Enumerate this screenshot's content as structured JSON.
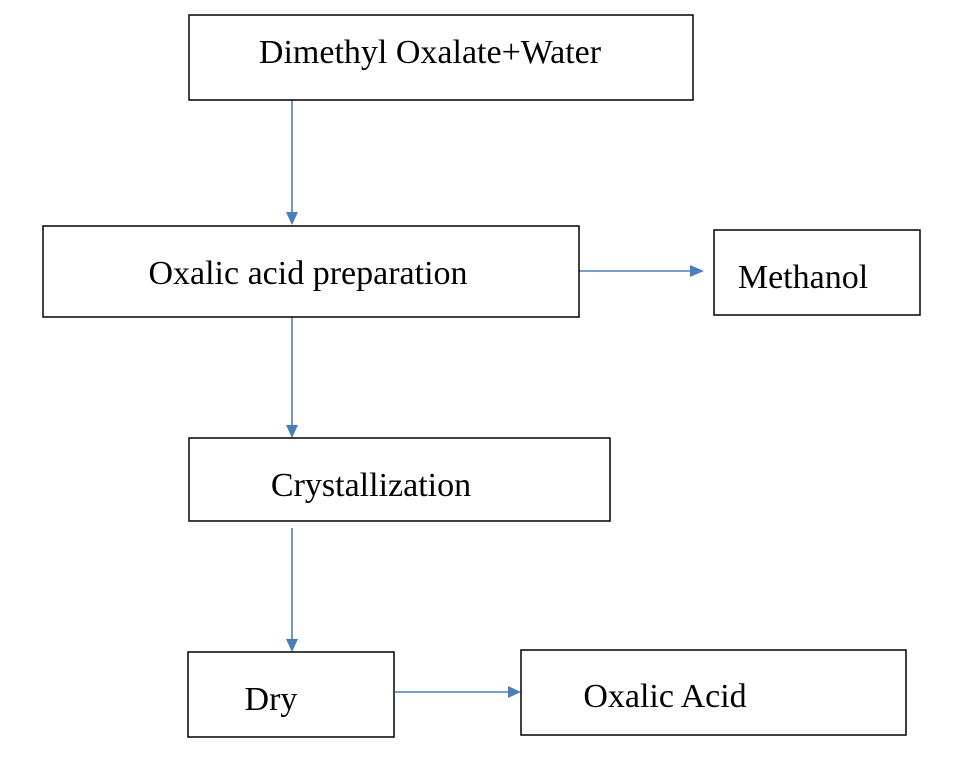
{
  "diagram": {
    "type": "flowchart",
    "colors": {
      "box_border": "#000000",
      "box_fill": "#ffffff",
      "arrow": "#4a7ebb",
      "text": "#000000"
    },
    "nodes": {
      "feed": {
        "label": "Dimethyl Oxalate+Water"
      },
      "preparation": {
        "label": "Oxalic acid preparation"
      },
      "methanol": {
        "label": "Methanol"
      },
      "crystallization": {
        "label": "Crystallization"
      },
      "dry": {
        "label": "Dry"
      },
      "product": {
        "label": "Oxalic Acid"
      }
    },
    "edges": [
      {
        "from": "feed",
        "to": "preparation"
      },
      {
        "from": "preparation",
        "to": "methanol"
      },
      {
        "from": "preparation",
        "to": "crystallization"
      },
      {
        "from": "crystallization",
        "to": "dry"
      },
      {
        "from": "dry",
        "to": "product"
      }
    ]
  }
}
